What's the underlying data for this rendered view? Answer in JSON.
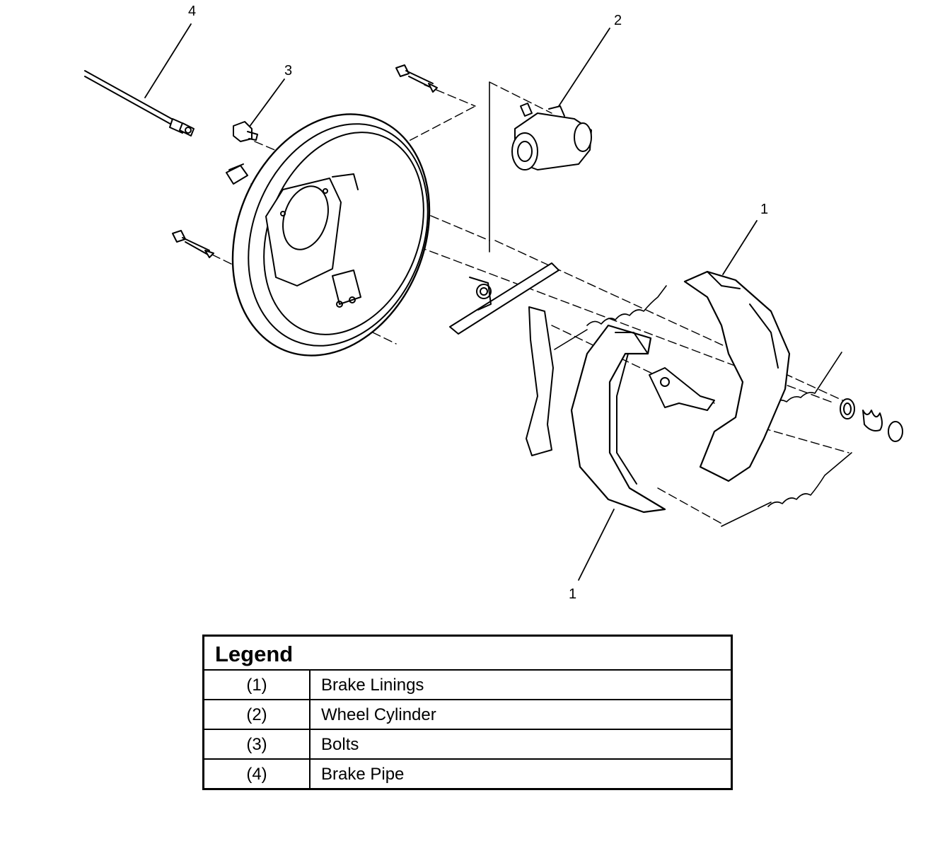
{
  "callouts": [
    {
      "id": "4",
      "label": "4"
    },
    {
      "id": "3",
      "label": "3"
    },
    {
      "id": "2",
      "label": "2"
    },
    {
      "id": "1a",
      "label": "1"
    },
    {
      "id": "1b",
      "label": "1"
    }
  ],
  "legend": {
    "title": "Legend",
    "rows": [
      {
        "num": "(1)",
        "label": "Brake Linings"
      },
      {
        "num": "(2)",
        "label": "Wheel Cylinder"
      },
      {
        "num": "(3)",
        "label": "Bolts"
      },
      {
        "num": "(4)",
        "label": "Brake Pipe"
      }
    ]
  }
}
